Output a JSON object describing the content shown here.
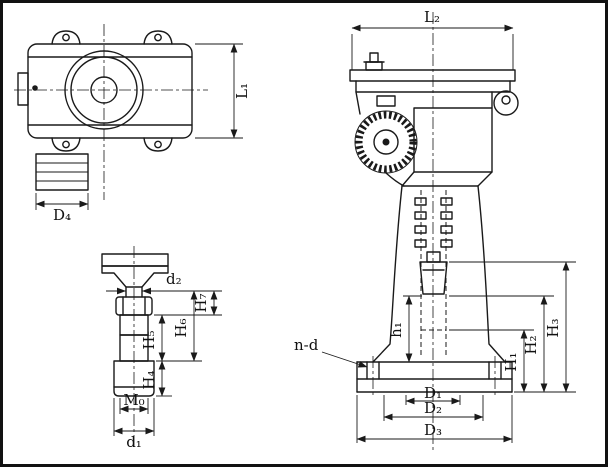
{
  "colors": {
    "line": "#1a1a1a",
    "background": "#ffffff"
  },
  "labels": {
    "L1": "L₁",
    "L2": "L₂",
    "D4": "D₄",
    "d2": "d₂",
    "H7": "H₇",
    "H6": "H₆",
    "H5": "H₅",
    "H4": "H₄",
    "M0": "M₀",
    "d1": "d₁",
    "H3": "H₃",
    "H2": "H₂",
    "H1": "H₁",
    "h1": "h₁",
    "nd": "n-d",
    "D1": "D₁",
    "D2": "D₂",
    "D3": "D₃"
  }
}
